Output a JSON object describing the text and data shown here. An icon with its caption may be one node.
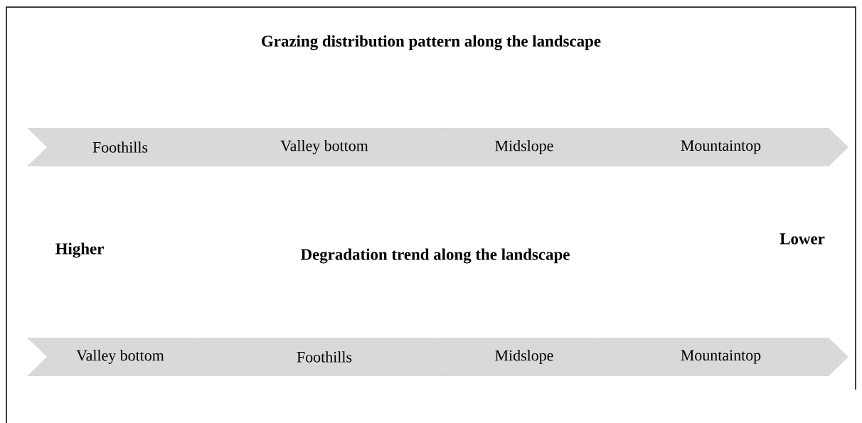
{
  "diagram": {
    "title": "Grazing distribution pattern along the landscape",
    "nodes": [
      {
        "text": [
          "Foothills"
        ]
      },
      {
        "text": [
          "Valley bottom"
        ]
      },
      {
        "text": [
          "Midslope"
        ]
      },
      {
        "text": [
          "Mountaintop"
        ]
      },
      {
        "text": [
          "Valley bottom"
        ]
      },
      {
        "text": [
          "Foothills"
        ]
      },
      {
        "text": [
          "Midslope"
        ]
      },
      {
        "text": [
          "Mountaintop"
        ]
      }
    ],
    "labels": [
      "Higher",
      "Degradation trend along the landscape",
      "Lower"
    ]
  }
}
